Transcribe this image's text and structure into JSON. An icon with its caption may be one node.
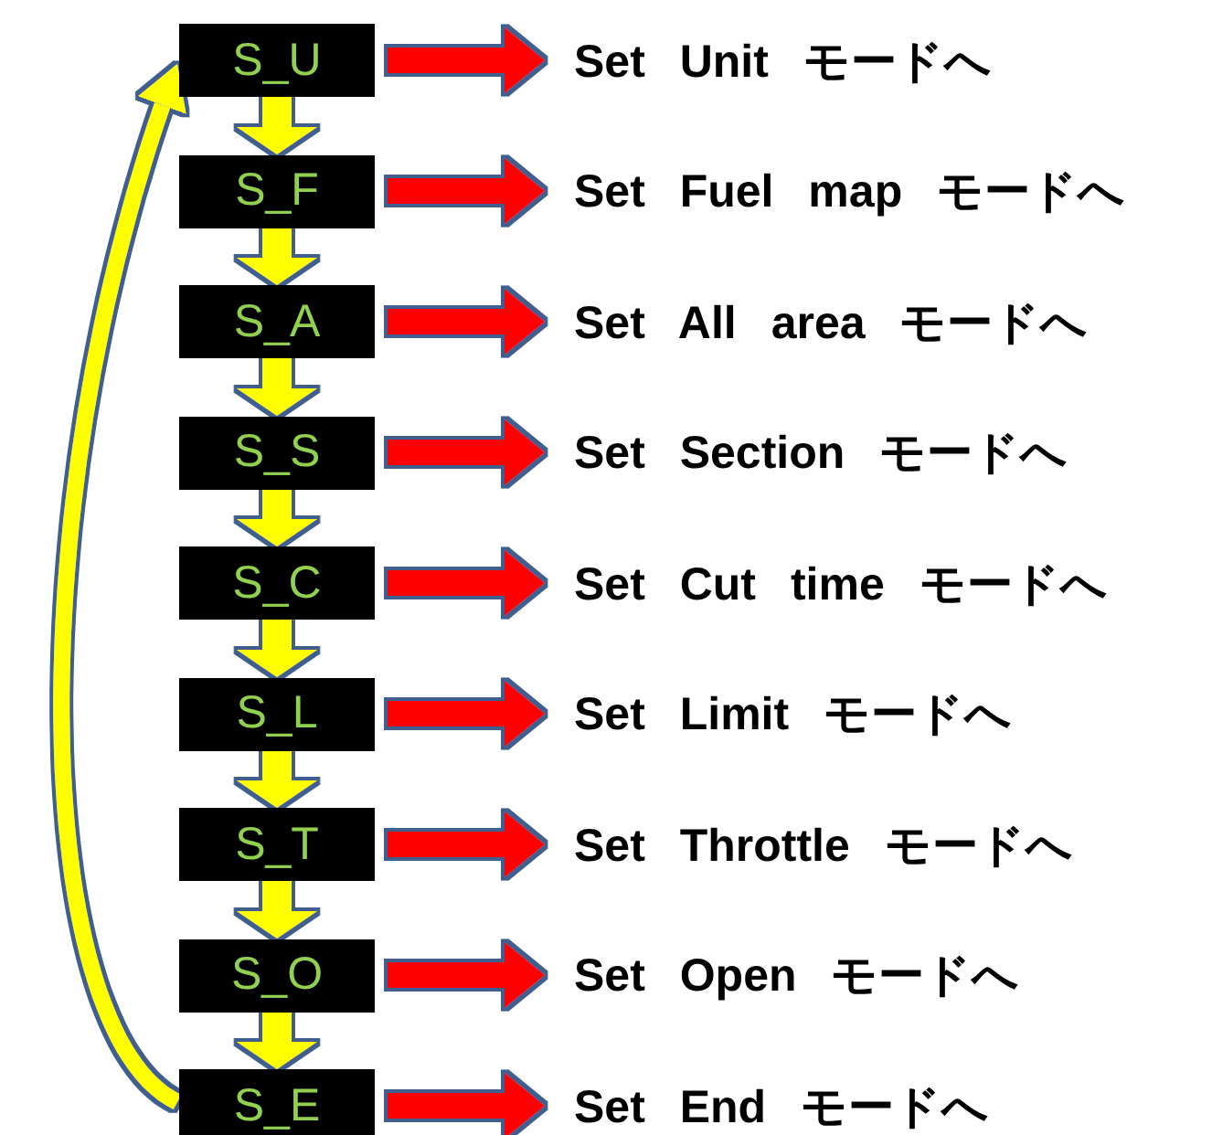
{
  "diagram": {
    "nodes": [
      {
        "text": [
          "S_U"
        ]
      },
      {
        "text": [
          "S_F"
        ]
      },
      {
        "text": [
          "S_A"
        ]
      },
      {
        "text": [
          "S_S"
        ]
      },
      {
        "text": [
          "S_C"
        ]
      },
      {
        "text": [
          "S_L"
        ]
      },
      {
        "text": [
          "S_T"
        ]
      },
      {
        "text": [
          "S_O"
        ]
      },
      {
        "text": [
          "S_E"
        ]
      },
      {
        "text": [
          "Set Unit モードへ"
        ]
      },
      {
        "text": [
          "Set Fuel map モードへ"
        ]
      },
      {
        "text": [
          "Set All area モードへ"
        ]
      },
      {
        "text": [
          "Set Section モードへ"
        ]
      },
      {
        "text": [
          "Set Cut time モードへ"
        ]
      },
      {
        "text": [
          "Set Limit モードへ"
        ]
      },
      {
        "text": [
          "Set Throttle モードへ"
        ]
      },
      {
        "text": [
          "Set Open モードへ"
        ]
      },
      {
        "text": [
          "Set End モードへ"
        ]
      }
    ],
    "edges": [
      {
        "from": 0,
        "to": 1,
        "arrow": "to",
        "color": "#ffff00"
      },
      {
        "from": 1,
        "to": 2,
        "arrow": "to",
        "color": "#ffff00"
      },
      {
        "from": 2,
        "to": 3,
        "arrow": "to",
        "color": "#ffff00"
      },
      {
        "from": 3,
        "to": 4,
        "arrow": "to",
        "color": "#ffff00"
      },
      {
        "from": 4,
        "to": 5,
        "arrow": "to",
        "color": "#ffff00"
      },
      {
        "from": 5,
        "to": 6,
        "arrow": "to",
        "color": "#ffff00"
      },
      {
        "from": 6,
        "to": 7,
        "arrow": "to",
        "color": "#ffff00"
      },
      {
        "from": 7,
        "to": 8,
        "arrow": "to",
        "color": "#ffff00"
      },
      {
        "from": 0,
        "to": 9,
        "arrow": "to",
        "color": "#ff0000"
      },
      {
        "from": 1,
        "to": 10,
        "arrow": "to",
        "color": "#ff0000"
      },
      {
        "from": 2,
        "to": 11,
        "arrow": "to",
        "color": "#ff0000"
      },
      {
        "from": 3,
        "to": 12,
        "arrow": "to",
        "color": "#ff0000"
      },
      {
        "from": 4,
        "to": 13,
        "arrow": "to",
        "color": "#ff0000"
      },
      {
        "from": 5,
        "to": 14,
        "arrow": "to",
        "color": "#ff0000"
      },
      {
        "from": 6,
        "to": 15,
        "arrow": "to",
        "color": "#ff0000"
      },
      {
        "from": 7,
        "to": 16,
        "arrow": "to",
        "color": "#ff0000"
      },
      {
        "from": 8,
        "to": 17,
        "arrow": "to",
        "color": "#ff0000"
      },
      {
        "from": 8,
        "to": 0,
        "arrow": "to",
        "color": "#ffff00"
      }
    ]
  }
}
